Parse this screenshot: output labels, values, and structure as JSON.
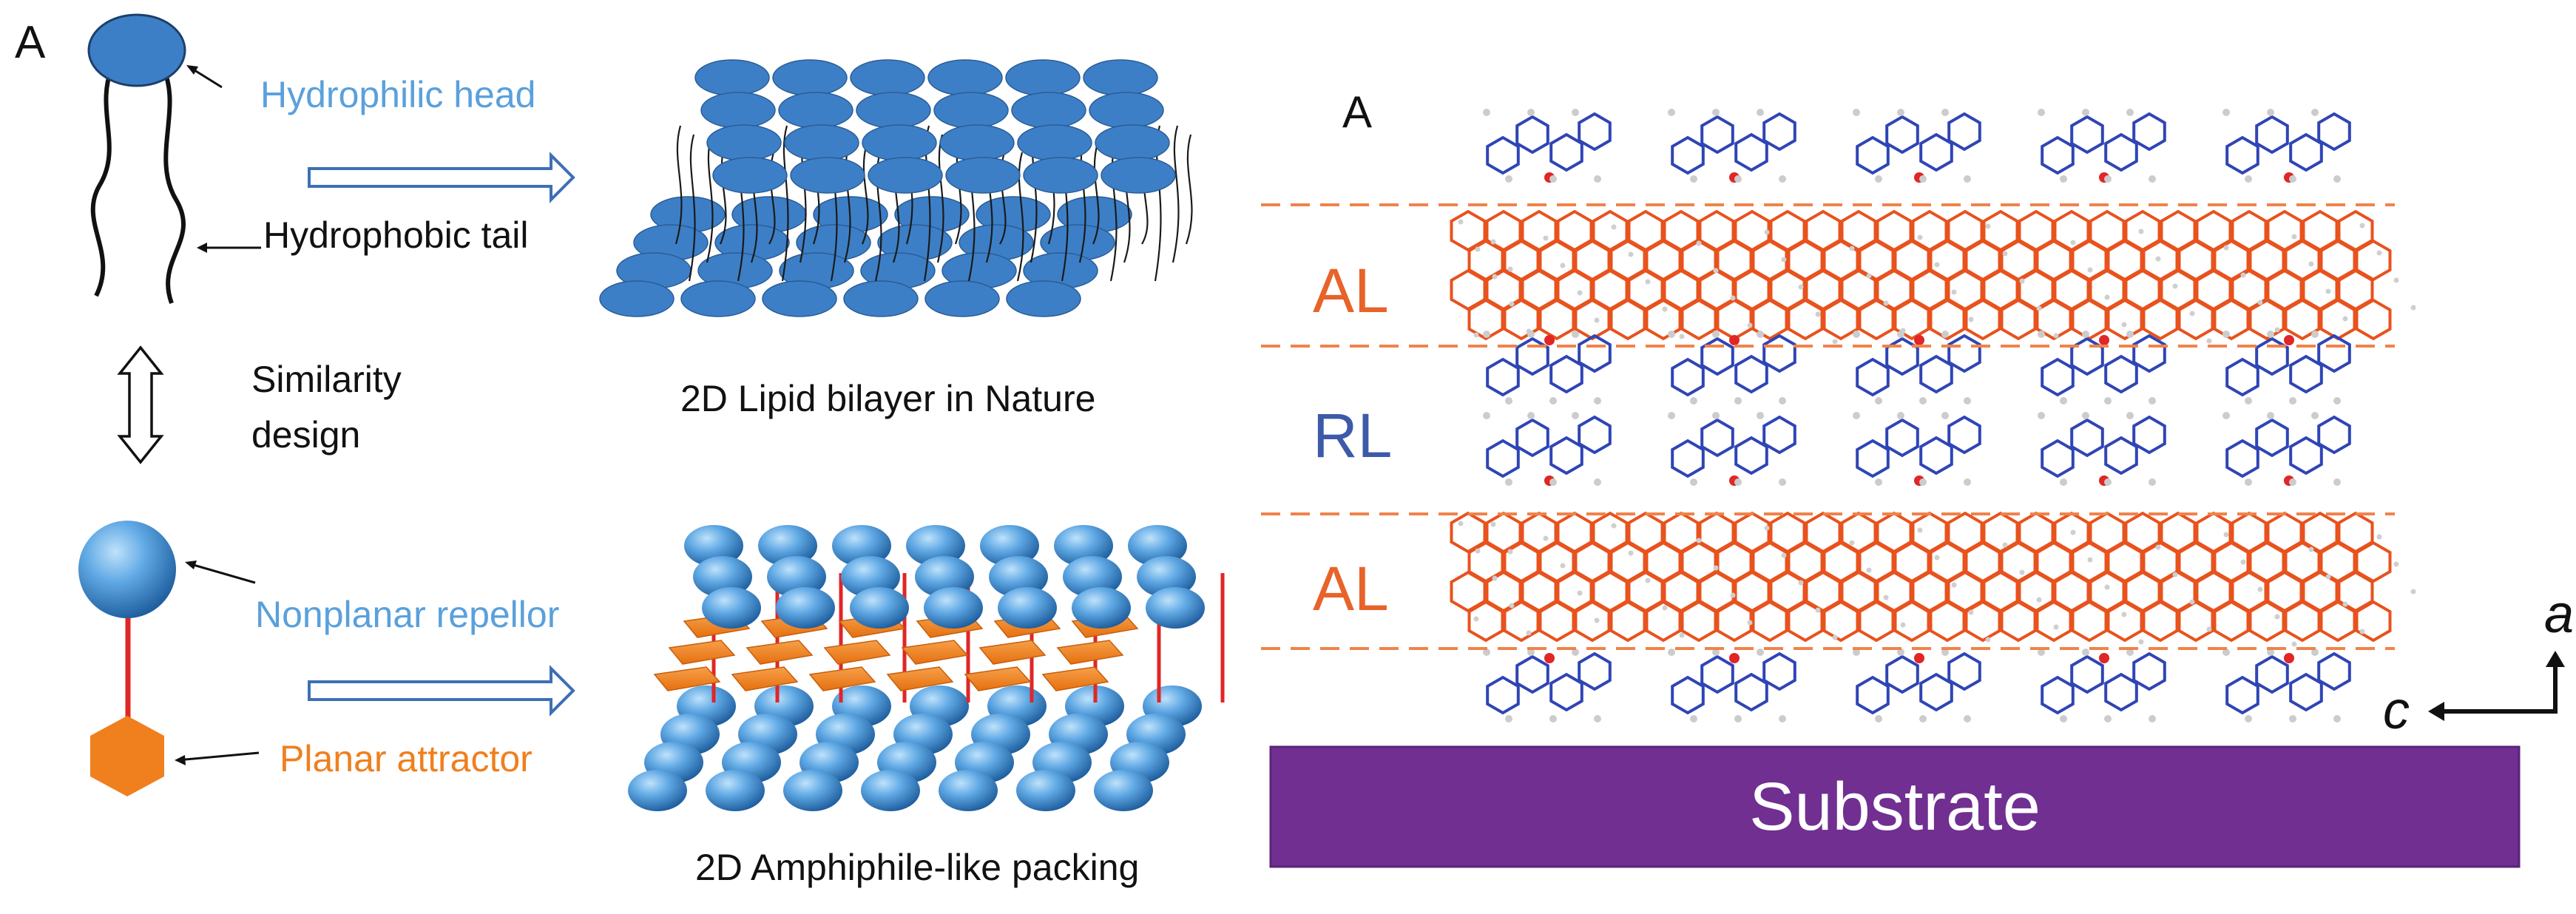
{
  "left_panel": {
    "panel_letter": "A",
    "labels": {
      "hydrophilic_head": "Hydrophilic head",
      "hydrophobic_tail": "Hydrophobic tail",
      "similarity_line1": "Similarity",
      "similarity_line2": "design",
      "nonplanar_repellor": "Nonplanar repellor",
      "planar_attractor": "Planar attractor"
    },
    "captions": {
      "lipid_bilayer": "2D Lipid bilayer in Nature",
      "amphiphile_packing": "2D Amphiphile-like packing"
    }
  },
  "right_panel": {
    "panel_letter": "A",
    "layer_labels": {
      "al_top": "AL",
      "rl": "RL",
      "al_bottom": "AL"
    },
    "axis_labels": {
      "up": "a",
      "left": "c"
    },
    "substrate_label": "Substrate"
  },
  "colors": {
    "blue_ball": "#3d7fc6",
    "light_blue_text": "#5aa0dc",
    "orange": "#f07f1e",
    "orange_text": "#e9772c",
    "molecule_orange": "#e8521d",
    "molecule_blue": "#2f45b5",
    "rl_text": "#3c5aa8",
    "al_text": "#e8632a",
    "dashed_line": "#f0834a",
    "substrate": "#702f91",
    "connector_red": "#e02626"
  }
}
